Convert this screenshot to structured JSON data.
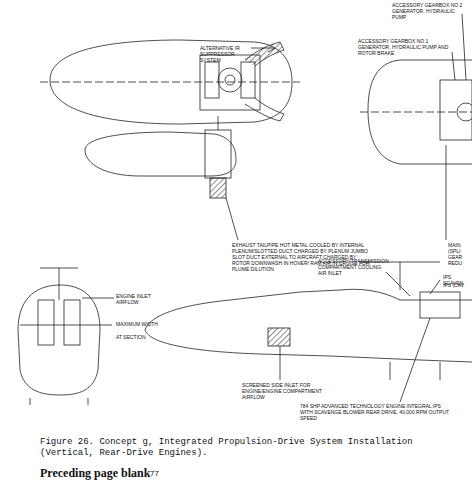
{
  "diagram": {
    "caption": "Figure 26. Concept g, Integrated Propulsion-Drive System Installation (Vertical, Rear-Drive Engines).",
    "labels": [
      "ACCESSORY GEARBOX NO 2 GENERATOR, HYDRAULIC PUMP",
      "ACCESSORY GEARBOX NO 1 GENERATOR, HYDRAULIC PUMP AND ROTOR BRAKE",
      "ALTERNATIVE IR SUPPRESSOR SYSTEM",
      "EXHAUST TAILPIPE HOT METAL COOLED BY INTERNAL PLENUM/SLOTTED DUCT CHARGED BY PLENUM JUMBO SLOT DUCT EXTERNAL TO AIRCRAFT CHARGED BY ROTOR DOWNWASH IN HOVER/ RAM AIR IN CRUISE FOR PLUME DILUTION",
      "MAIN (SPLI GEAR REDU",
      "ACCESSORY/TRANSMISSION COMPARTMENT COOLING AIR INLET",
      "IPS SCAVEN",
      "IPS (CAV",
      "ENGINE INLET AIRFLOW",
      "MAXIMUM WIDTH",
      "AT SECTION",
      "SCREENED SIDE INLET FOR ENGINE/ENGINE COMPARTMENT AIRFLOW",
      "784 SHP ADVANCED TECHNOLOGY ENGINE INTEGRAL IPS WITH SCAVENGE BLOWER REAR DRIVE, 40,000 RPM OUTPUT SPEED",
      "Preceding page blank",
      "77"
    ]
  }
}
